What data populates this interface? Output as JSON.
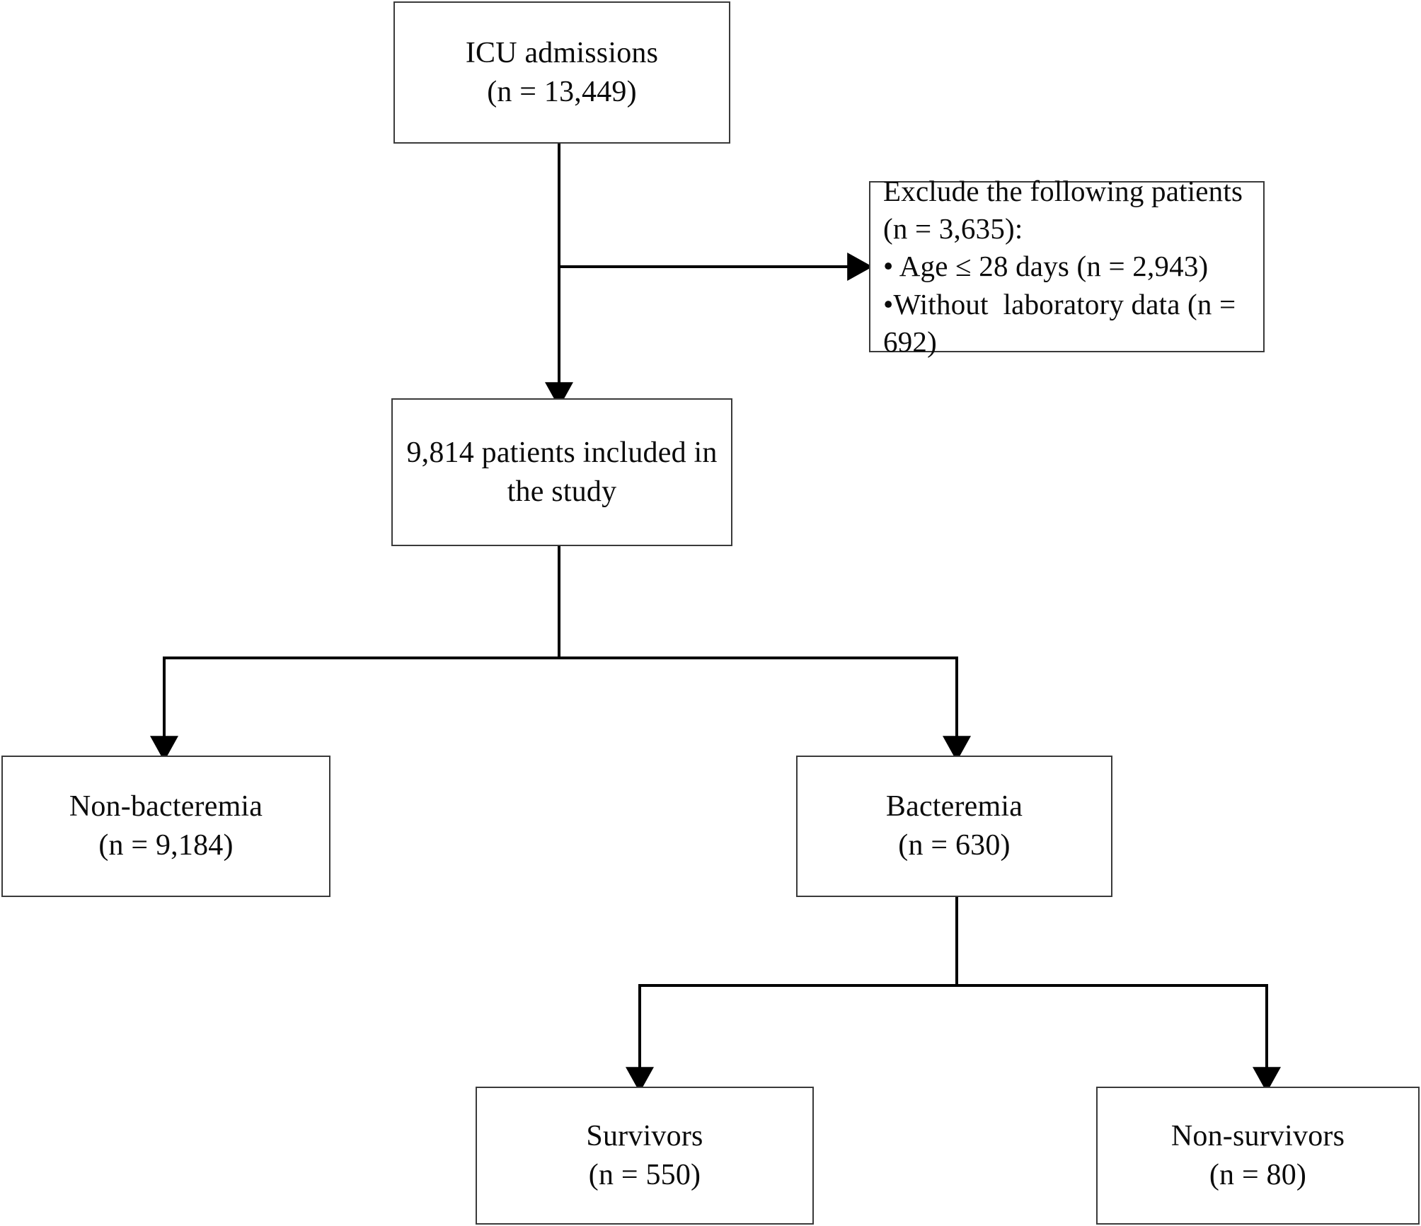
{
  "diagram": {
    "title": "Study participant flow diagram",
    "type": "flowchart",
    "background_color": "#ffffff",
    "line_color": "#000000",
    "box_border_color": "#3a3a3a",
    "text_color": "#0b0b0b",
    "nodes": {
      "icu_admissions": {
        "label": "ICU admissions",
        "count_label": "(n = 13,449)",
        "text": "ICU admissions\n(n = 13,449)",
        "n": 13449
      },
      "excluded": {
        "header": "Exclude the following patients",
        "count_label": "(n = 3,635):",
        "bullets": [
          "• Age ≤ 28 days (n = 2,943)",
          "•Without  laboratory data (n = 692)"
        ],
        "text": "Exclude the following patients\n(n = 3,635):\n• Age ≤ 28 days (n = 2,943)\n•Without  laboratory data (n = 692)",
        "n": 3635,
        "breakdown": [
          {
            "criterion": "Age ≤ 28 days",
            "n": 2943
          },
          {
            "criterion": "Without laboratory data",
            "n": 692
          }
        ]
      },
      "included": {
        "label": "9,814 patients included in the study",
        "text": "9,814 patients included in\nthe study",
        "n": 9814
      },
      "non_bacteremia": {
        "label": "Non-bacteremia",
        "count_label": "(n = 9,184)",
        "text": "Non-bacteremia\n(n = 9,184)",
        "n": 9184
      },
      "bacteremia": {
        "label": "Bacteremia",
        "count_label": "(n = 630)",
        "text": "Bacteremia\n(n = 630)",
        "n": 630
      },
      "survivors": {
        "label": "Survivors",
        "count_label": "(n = 550)",
        "text": "Survivors\n(n = 550)",
        "n": 550
      },
      "non_survivors": {
        "label": "Non-survivors",
        "count_label": "(n = 80)",
        "text": "Non-survivors\n(n = 80)",
        "n": 80
      }
    },
    "edges": [
      {
        "from": "icu_admissions",
        "to": "included",
        "style": "arrow-down"
      },
      {
        "from": "icu_admissions",
        "to": "excluded",
        "style": "arrow-right"
      },
      {
        "from": "included",
        "to": "non_bacteremia",
        "style": "arrow-split-left"
      },
      {
        "from": "included",
        "to": "bacteremia",
        "style": "arrow-split-right"
      },
      {
        "from": "bacteremia",
        "to": "survivors",
        "style": "arrow-split-left"
      },
      {
        "from": "bacteremia",
        "to": "non_survivors",
        "style": "arrow-split-right"
      }
    ]
  }
}
